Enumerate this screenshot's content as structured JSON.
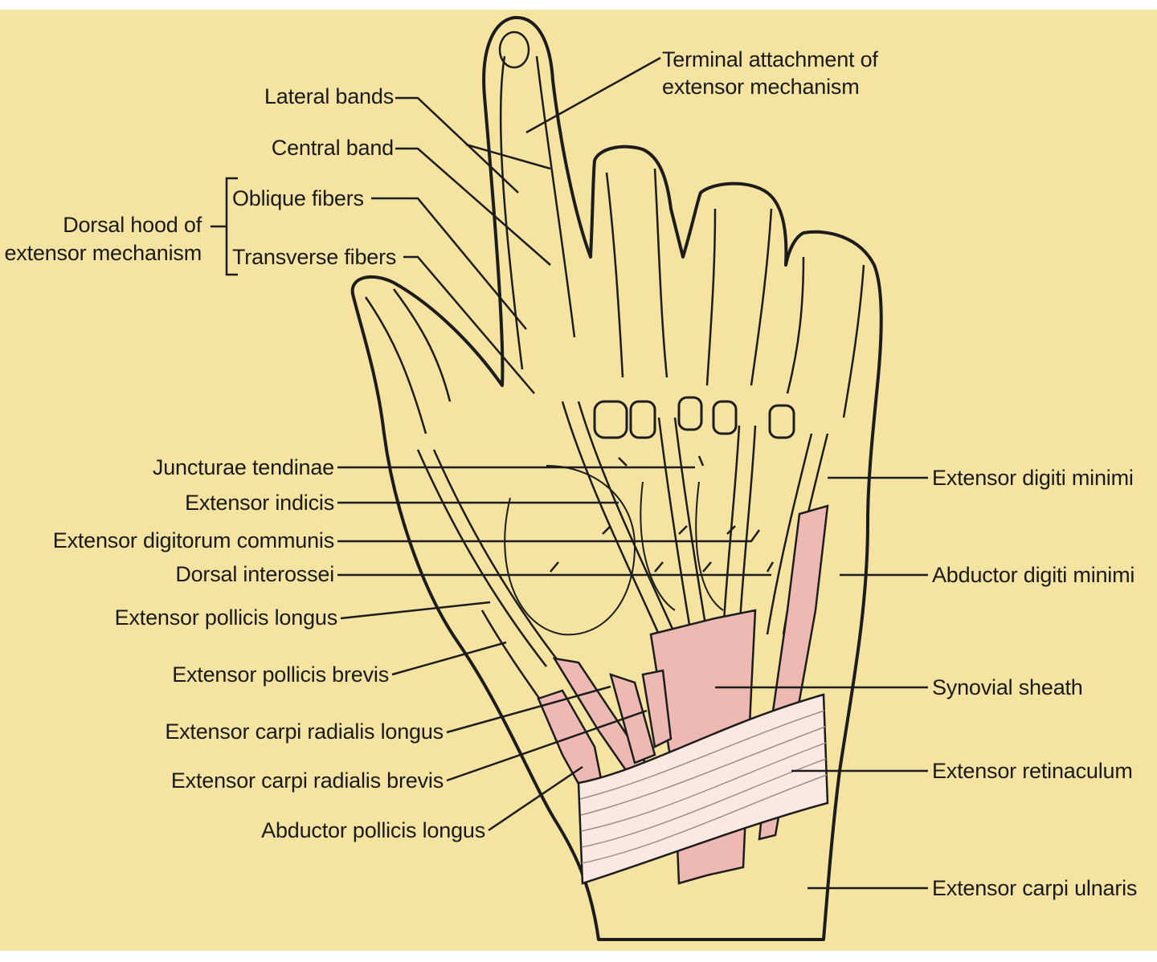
{
  "colors": {
    "background": "#F5E3A1",
    "outline": "#1c1c1c",
    "tendon": "#EDB9B2",
    "retinaculum": "#FCE8E2"
  },
  "labels": {
    "terminal_attachment": "Terminal attachment of",
    "terminal_attachment_2": "extensor mechanism",
    "lateral_bands": "Lateral bands",
    "central_band": "Central band",
    "dorsal_hood": "Dorsal hood of",
    "dorsal_hood_2": "extensor mechanism",
    "oblique_fibers": "Oblique fibers",
    "transverse_fibers": "Transverse fibers",
    "juncturae_tendinae": "Juncturae tendinae",
    "extensor_indicis": "Extensor indicis",
    "extensor_digitorum_communis": "Extensor digitorum communis",
    "dorsal_interossei": "Dorsal interossei",
    "extensor_pollicis_longus": "Extensor pollicis longus",
    "extensor_pollicis_brevis": "Extensor pollicis brevis",
    "extensor_carpi_radialis_longus": "Extensor carpi radialis longus",
    "extensor_carpi_radialis_brevis": "Extensor carpi radialis brevis",
    "abductor_pollicis_longus": "Abductor pollicis longus",
    "extensor_digiti_minimi": "Extensor digiti minimi",
    "abductor_digiti_minimi": "Abductor digiti minimi",
    "synovial_sheath": "Synovial sheath",
    "extensor_retinaculum": "Extensor retinaculum",
    "extensor_carpi_ulnaris": "Extensor carpi ulnaris"
  }
}
